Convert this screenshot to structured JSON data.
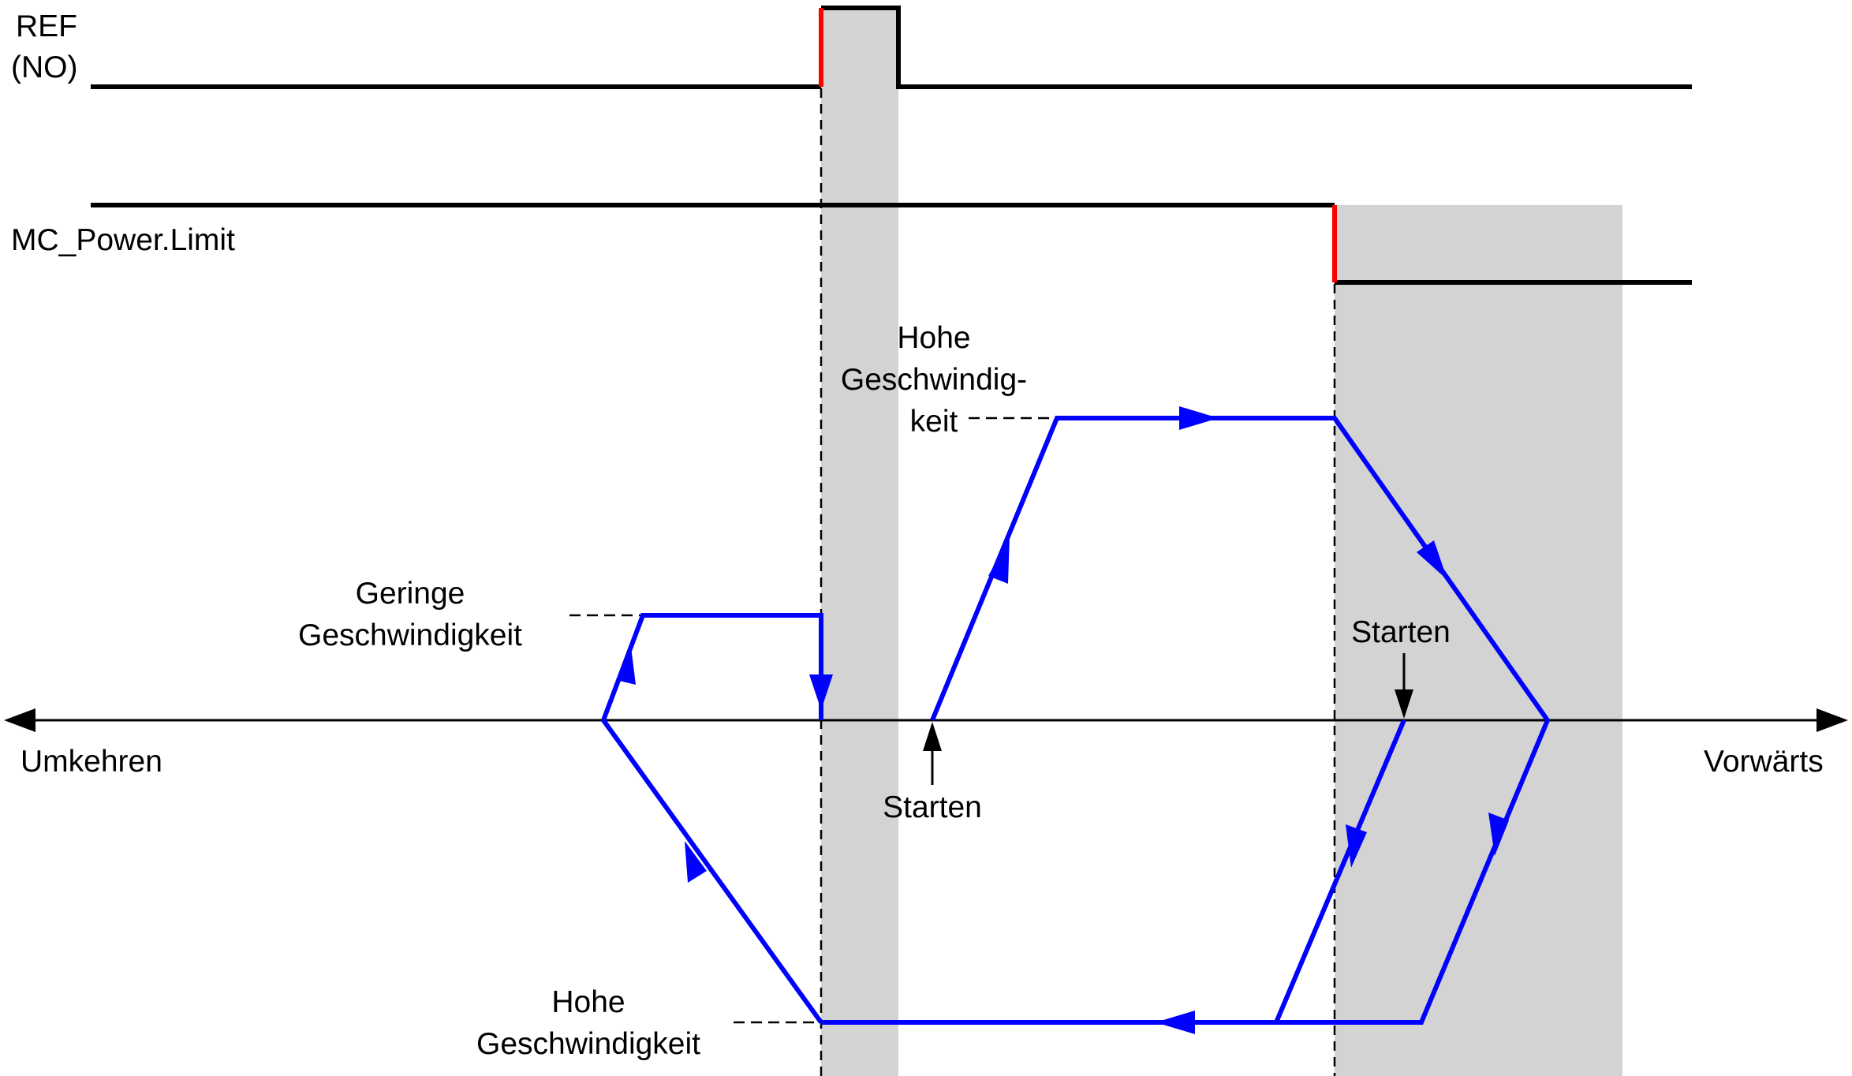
{
  "signals": {
    "ref_line1": "REF",
    "ref_line2": "(NO)",
    "limit": "MC_Power.Limit"
  },
  "axis": {
    "left": "Umkehren",
    "right": "Vorwärts"
  },
  "labels": {
    "high_speed_top": [
      "Hohe",
      "Geschwindig-",
      "keit"
    ],
    "low_speed": [
      "Geringe",
      "Geschwindigkeit"
    ],
    "high_speed_bottom": [
      "Hohe",
      "Geschwindigkeit"
    ],
    "start_1": "Starten",
    "start_2": "Starten"
  },
  "colors": {
    "trajectory": "#0000ff",
    "signal_edge": "#ff0000",
    "signal": "#000000",
    "shaded_zone": "#d3d3d3"
  }
}
